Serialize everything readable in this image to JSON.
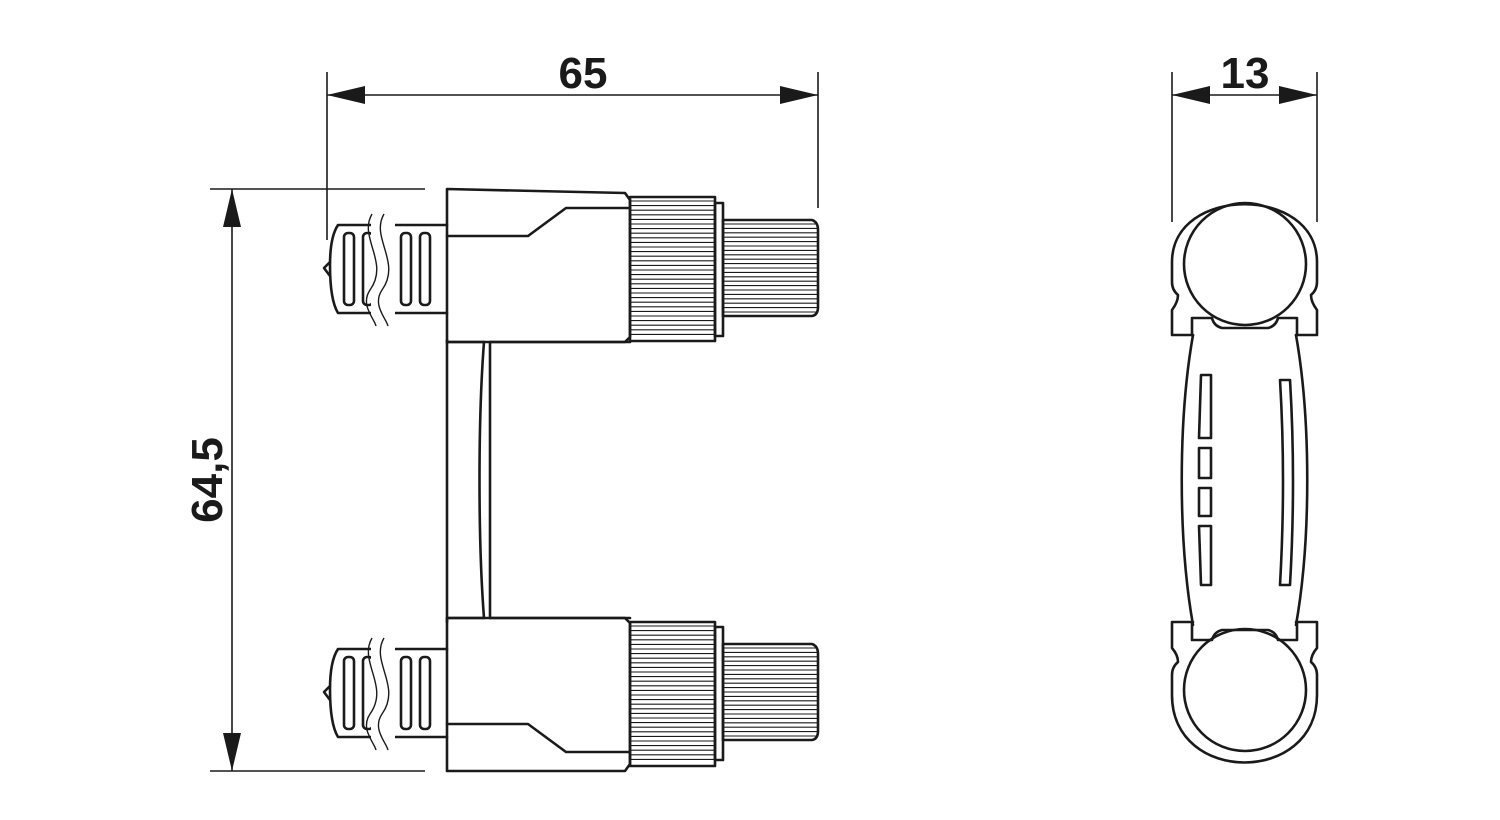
{
  "drawing": {
    "dimensions": {
      "width_front": "65",
      "height_front": "64,5",
      "width_side": "13"
    },
    "colors": {
      "line": "#1a1a1a",
      "background": "#ffffff"
    }
  }
}
